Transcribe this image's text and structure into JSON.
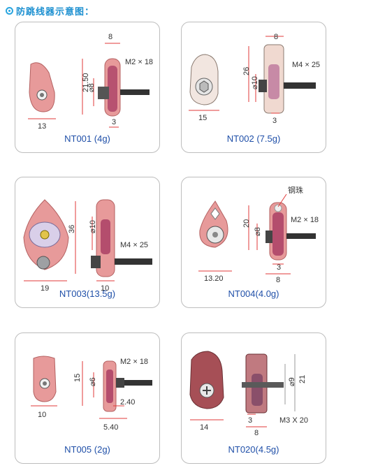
{
  "header": {
    "title": "防跳线器示意图："
  },
  "cards": [
    {
      "caption": "NT001 (4g)",
      "dims": {
        "w": "8",
        "h": "21.50",
        "d": "⌀8",
        "bolt": "M2 × 18",
        "base": "13",
        "flange": "3"
      }
    },
    {
      "caption": "NT002 (7.5g)",
      "dims": {
        "w": "8",
        "h": "26",
        "d": "⌀10",
        "bolt": "M4 × 25",
        "base": "15",
        "flange": "3"
      }
    },
    {
      "caption": "NT003(13.5g)",
      "dims": {
        "h": "36",
        "d": "⌀10",
        "bolt": "M4 × 25",
        "base": "19",
        "flange": "10"
      }
    },
    {
      "caption": "NT004(4.0g)",
      "dims": {
        "h": "20",
        "d": "⌀8",
        "bolt": "M2 × 18",
        "base": "13.20",
        "w": "3",
        "total": "8",
        "ball": "钢珠"
      }
    },
    {
      "caption": "NT005 (2g)",
      "dims": {
        "h": "15",
        "d": "⌀6",
        "bolt": "M2 × 18",
        "base": "10",
        "w1": "2.40",
        "w2": "5.40"
      }
    },
    {
      "caption": "NT020(4.5g)",
      "dims": {
        "h": "21",
        "d": "⌀9",
        "bolt": "M3 X 20",
        "base": "14",
        "w1": "3",
        "w2": "8"
      }
    }
  ],
  "colors": {
    "body": "#e79a9a",
    "bodyDark": "#c86a6a",
    "roller": "#a3335e",
    "dim": "#e23a3a",
    "caption": "#1f4fa8"
  }
}
